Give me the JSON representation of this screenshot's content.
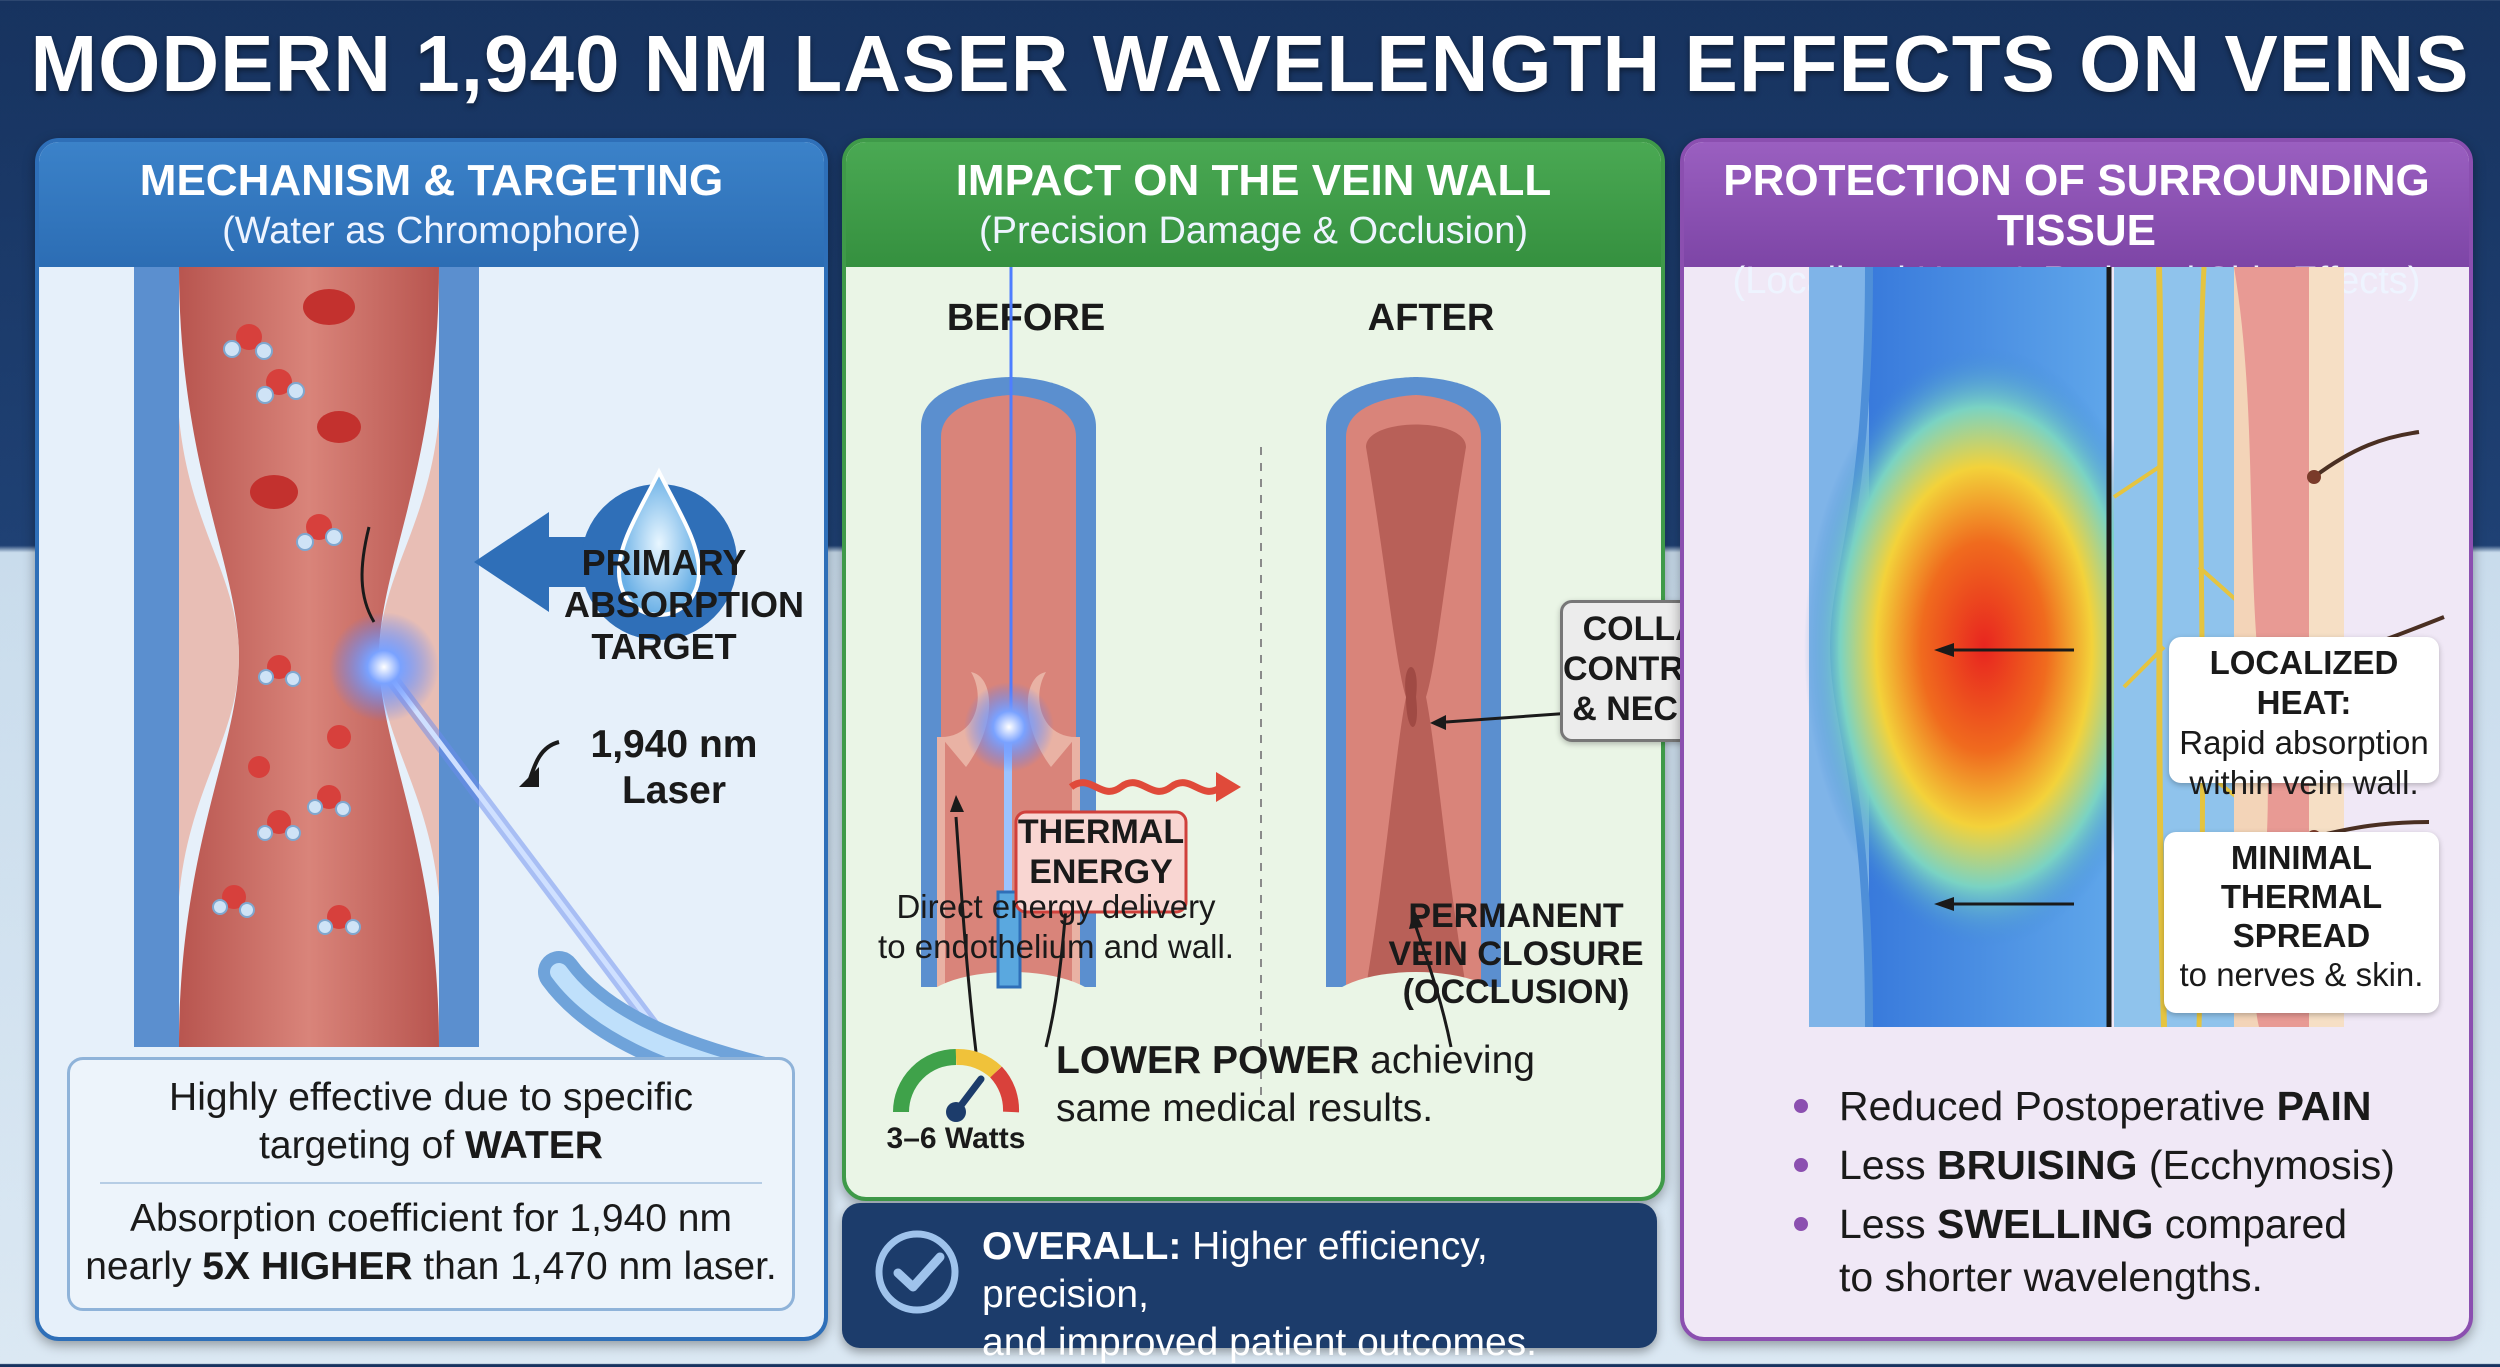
{
  "title": "MODERN 1,940 NM LASER WAVELENGTH EFFECTS ON VEINS",
  "panels": {
    "mechanism": {
      "title": "MECHANISM & TARGETING",
      "subtitle": "(Water as Chromophore)",
      "target_label_1": "PRIMARY",
      "target_label_2": "ABSORPTION",
      "target_label_3": "TARGET",
      "laser_label_1": "1,940 nm",
      "laser_label_2": "Laser",
      "box_line1": "Highly effective due to specific",
      "box_line2_pre": "targeting of ",
      "box_line2_bold": "WATER",
      "box_line3": "Absorption coefficient for 1,940 nm",
      "box_line4_pre": "nearly ",
      "box_line4_bold": "5X HIGHER",
      "box_line4_post": " than 1,470 nm laser."
    },
    "impact": {
      "title": "IMPACT ON THE VEIN WALL",
      "subtitle": "(Precision Damage & Occlusion)",
      "before": "BEFORE",
      "after": "AFTER",
      "thermal_1": "THERMAL",
      "thermal_2": "ENERGY",
      "collagen_1": "COLLAGEN",
      "collagen_2": "CONTRACTION",
      "collagen_3": "& NECROSIS",
      "direct_1": "Direct energy delivery",
      "direct_2": "to endothelium and wall.",
      "closure_1": "PERMANENT",
      "closure_2": "VEIN CLOSURE",
      "closure_3": "(OCCLUSION)",
      "watts": "3–6 Watts",
      "power_bold": "LOWER POWER",
      "power_rest": " achieving",
      "power_line2": "same medical results."
    },
    "protection": {
      "title": "PROTECTION OF SURROUNDING TISSUE",
      "subtitle": "(Localized Heat & Reduced Side Effects)",
      "heat_title": "LOCALIZED HEAT:",
      "heat_1": "Rapid absorption",
      "heat_2": "within vein wall.",
      "spread_1": "MINIMAL",
      "spread_2": "THERMAL",
      "spread_3": "SPREAD",
      "spread_4": "to nerves & skin.",
      "bullets": [
        {
          "pre": "Reduced Postoperative ",
          "bold": "PAIN",
          "post": ""
        },
        {
          "pre": "Less ",
          "bold": "BRUISING",
          "post": " (Ecchymosis)"
        },
        {
          "pre": "Less ",
          "bold": "SWELLING",
          "post": " compared"
        }
      ],
      "bullet_cont": "to shorter wavelengths."
    }
  },
  "overall": {
    "label": "OVERALL:",
    "line1": " Higher efficiency, precision,",
    "line2": "and improved patient outcomes."
  },
  "colors": {
    "navy": "#17335f",
    "blue_panel": "#2e6fb8",
    "green_panel": "#3f9a49",
    "purple_panel": "#8b4fb0",
    "vein_red": "#c9645e",
    "laser_blue": "#4f7dff"
  }
}
